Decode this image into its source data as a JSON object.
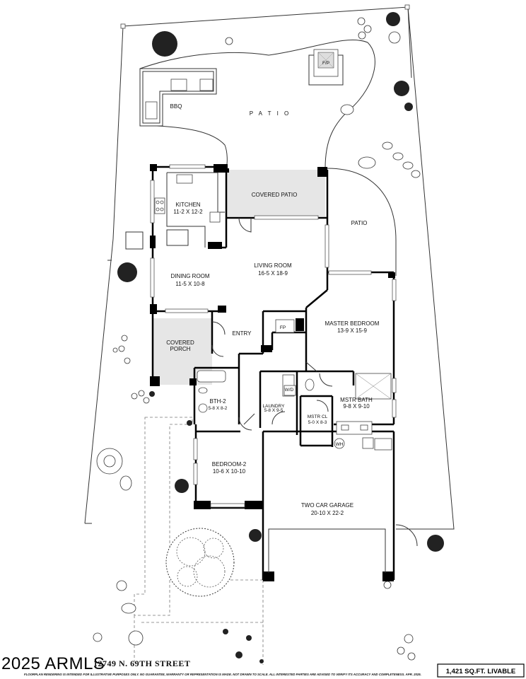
{
  "rooms": {
    "patio_top": "P A T I O",
    "bbq": "BBQ",
    "fireplace_outdoor": "F/P",
    "covered_patio": "COVERED PATIO",
    "patio_right": "PATIO",
    "kitchen_name": "KITCHEN",
    "kitchen_dim": "11-2 X 12-2",
    "living_name": "LIVING ROOM",
    "living_dim": "16-5 X 18-9",
    "dining_name": "DINING ROOM",
    "dining_dim": "11-5 X 10-8",
    "master_name": "MASTER BEDROOM",
    "master_dim": "13-9 X 15-9",
    "fp": "FP",
    "entry": "ENTRY",
    "covered_porch_1": "COVERED",
    "covered_porch_2": "PORCH",
    "bath2_name": "BTH-2",
    "bath2_dim": "5-8 X 8-2",
    "laundry_name": "LAUNDRY",
    "laundry_dim": "5-8 X 9-5",
    "wd": "W/D",
    "mstr_cl_name": "MSTR CL",
    "mstr_cl_dim": "5-0 X 8-3",
    "mstr_bath_name": "MSTR BATH",
    "mstr_bath_dim": "9-8 X 9-10",
    "wh": "WH",
    "bedroom2_name": "BEDROOM-2",
    "bedroom2_dim": "10-6 X 10-10",
    "garage_name": "TWO CAR GARAGE",
    "garage_dim": "20-10 X 22-2"
  },
  "footer": {
    "watermark": "2025 ARMLS",
    "address": "12749 N. 69TH STREET",
    "disclaimer": "FLOORPLAN RENDERING IS INTENDED FOR ILLUSTRATIVE PURPOSES ONLY. NO GUARANTEE, WARRANTY OR REPRESENTATION IS MADE. NOT DRAWN TO SCALE. ALL INTERESTED PARTIES ARE ADVISED TO VERIFY ITS ACCURACY AND COMPLETENESS. APR. 2025.",
    "livable": "1,421 SQ.FT. LIVABLE"
  }
}
